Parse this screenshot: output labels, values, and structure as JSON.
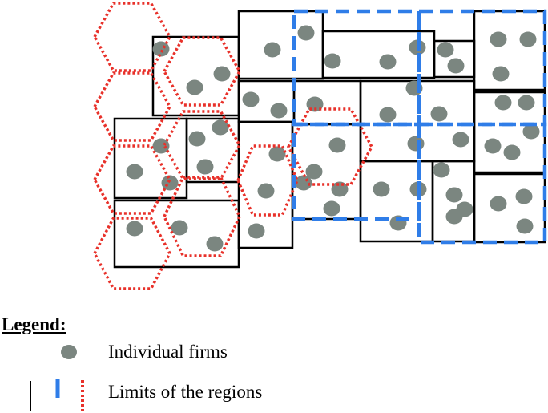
{
  "legend": {
    "title": "Legend:",
    "firms_label": "Individual firms",
    "regions_label": "Limits of the regions"
  },
  "colors": {
    "firm_dot": "#7b8680",
    "black_region": "#000000",
    "blue_region": "#2f7de8",
    "red_region": "#e8312a"
  }
}
